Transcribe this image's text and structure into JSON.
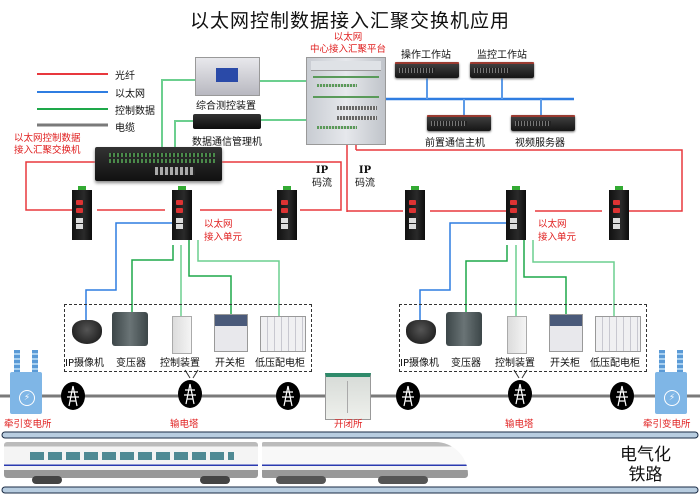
{
  "title": "以太网控制数据接入汇聚交换机应用",
  "legend": [
    {
      "label": "光纤",
      "color": "#e8383d"
    },
    {
      "label": "以太网",
      "color": "#2f7de1"
    },
    {
      "label": "控制数据",
      "color": "#1ea84a"
    },
    {
      "label": "电缆",
      "color": "#7a7a7a"
    }
  ],
  "core": {
    "platform_label_1": "以太网",
    "platform_label_2": "中心接入汇聚平台",
    "aggregation_switch_label_1": "以太网控制数据",
    "aggregation_switch_label_2": "接入汇聚交换机",
    "measure_control_device": "综合测控装置",
    "comm_manager": "数据通信管理机"
  },
  "servers": {
    "operator_ws": "操作工作站",
    "monitor_ws": "监控工作站",
    "front_comm_host": "前置通信主机",
    "video_server": "视频服务器"
  },
  "ip_stream": {
    "line1": "IP",
    "line2": "码流"
  },
  "access_unit_label_1": "以太网",
  "access_unit_label_2": "接入单元",
  "devices": [
    "IP摄像机",
    "变压器",
    "控制装置",
    "开关柜",
    "低压配电柜"
  ],
  "line": {
    "traction_substation": "牵引变电所",
    "transmission_tower": "输电塔",
    "switching_station": "开闭所"
  },
  "railway": {
    "line1": "电气化",
    "line2": "铁路"
  },
  "colors": {
    "fiber": "#e8383d",
    "ethernet": "#2f7de1",
    "control": "#1ea84a",
    "cable": "#7a7a7a",
    "red_text": "#e02020"
  }
}
